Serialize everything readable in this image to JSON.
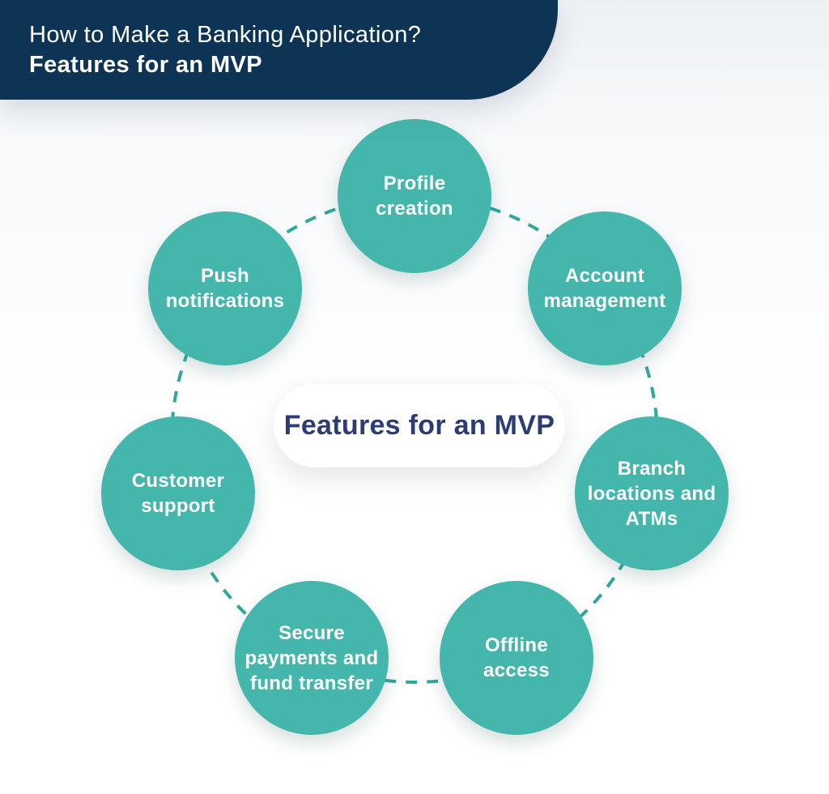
{
  "header": {
    "title": "How to Make a Banking Application?",
    "subtitle": "Features for an MVP"
  },
  "diagram": {
    "center_label": "Features for an MVP",
    "features": [
      {
        "label": "Profile\ncreation"
      },
      {
        "label": "Account\nmanagement"
      },
      {
        "label": "Branch\nlocations and\nATMs"
      },
      {
        "label": "Offline\naccess"
      },
      {
        "label": "Secure\npayments and\nfund transfer"
      },
      {
        "label": "Customer\nsupport"
      },
      {
        "label": "Push\nnotifications"
      }
    ]
  },
  "colors": {
    "banner_bg": "#0d3455",
    "header_text": "#ffffff",
    "circle_fill": "#44b6ac",
    "circle_text": "#ffffff",
    "dash_stroke": "#2fa89c",
    "pill_bg": "#ffffff",
    "center_text": "#2b3c76"
  }
}
